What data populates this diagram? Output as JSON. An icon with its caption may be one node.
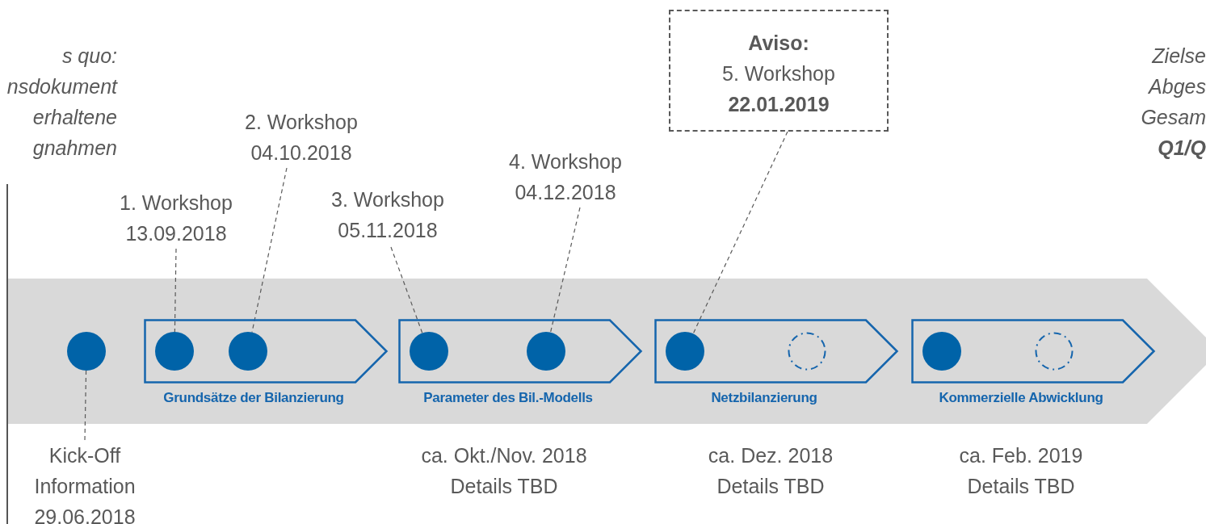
{
  "diagram": {
    "nodes": [
      {
        "text": [
          "Grundsätze der Bilanzierung"
        ]
      },
      {
        "text": [
          "Parameter des Bil.-Modells"
        ],
        "beside": [
          "ca. Okt./Nov. 2018 Details TBD"
        ]
      },
      {
        "text": [
          "Netzbilanzierung"
        ],
        "beside": [
          "ca. Dez. 2018 Details TBD"
        ]
      },
      {
        "text": [
          "Kommerzielle Abwicklung"
        ],
        "beside": [
          "ca. Feb. 2019 Details TBD"
        ]
      },
      {
        "text": [],
        "shape": "circle"
      },
      {
        "text": [],
        "shape": "circle",
        "in": 0
      },
      {
        "text": [],
        "shape": "circle",
        "in": 0
      },
      {
        "text": [],
        "shape": "circle",
        "in": 1
      },
      {
        "text": [],
        "shape": "circle",
        "in": 1
      },
      {
        "text": [],
        "shape": "circle",
        "in": 2
      },
      {
        "text": [],
        "shape": "circle",
        "in": 2
      },
      {
        "text": [],
        "shape": "circle",
        "in": 3
      },
      {
        "text": [],
        "shape": "circle",
        "in": 3
      },
      {
        "text": [
          "Kick-Off Information 29.06.2018"
        ]
      },
      {
        "text": [
          "1. Workshop 13.09.2018"
        ]
      },
      {
        "text": [
          "2. Workshop 04.10.2018"
        ]
      },
      {
        "text": [
          "3. Workshop 05.11.2018"
        ]
      },
      {
        "text": [
          "4. Workshop 04.12.2018"
        ]
      },
      {
        "text": [
          "Aviso:",
          "5. Workshop",
          "22.01.2019"
        ]
      }
    ],
    "edges": [
      {
        "from": 13,
        "to": 4,
        "arrow": "none",
        "style": "dashed"
      },
      {
        "from": 14,
        "to": 5,
        "arrow": "none",
        "style": "dashed"
      },
      {
        "from": 15,
        "to": 6,
        "arrow": "none",
        "style": "dashed"
      },
      {
        "from": 16,
        "to": 7,
        "arrow": "none",
        "style": "dashed"
      },
      {
        "from": 17,
        "to": 8,
        "arrow": "none",
        "style": "dashed"
      },
      {
        "from": 18,
        "to": 9,
        "arrow": "none",
        "style": "dashed"
      }
    ],
    "labels": [
      "s quo: nsdokument erhaltene gnahmen",
      "Zielse Abges Gesam **Q1/Q**"
    ]
  }
}
